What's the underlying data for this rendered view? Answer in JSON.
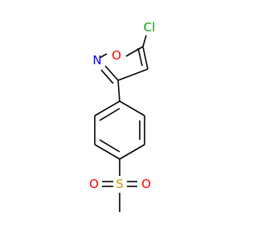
{
  "molecule": {
    "atoms": {
      "cl": {
        "symbol": "Cl",
        "color": "#00a000"
      },
      "o": {
        "symbol": "O",
        "color": "#ff0000"
      },
      "n": {
        "symbol": "N",
        "color": "#0000ff"
      },
      "s": {
        "symbol": "S",
        "color": "#c8a000"
      },
      "o_left": {
        "symbol": "O",
        "color": "#ff0000"
      },
      "o_right": {
        "symbol": "O",
        "color": "#ff0000"
      }
    }
  }
}
